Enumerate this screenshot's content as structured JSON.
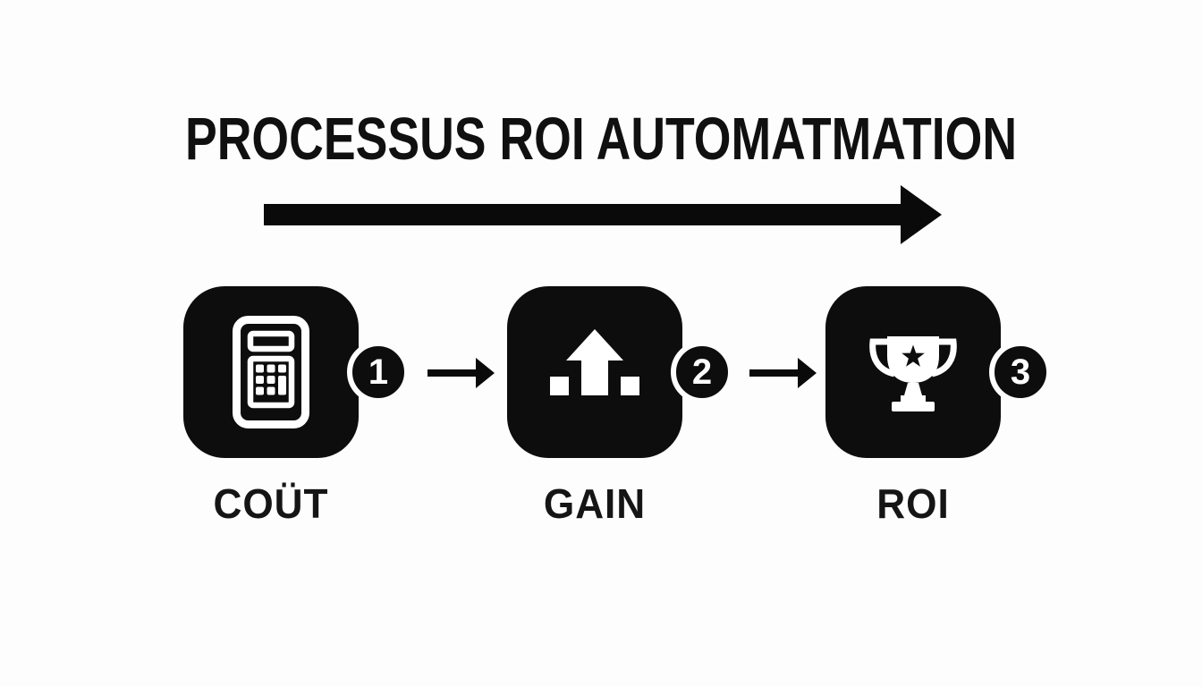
{
  "page": {
    "background_color": "#fdfdfd",
    "ink_color": "#0d0d0d"
  },
  "header": {
    "title": "PROCESSUS ROI AUTOMATMATION"
  },
  "flow": {
    "main_arrow_icon": "long-right-arrow-icon",
    "connector_icon": "right-arrow-icon"
  },
  "steps": [
    {
      "number": "1",
      "label": "COÜT",
      "icon": "calculator-icon"
    },
    {
      "number": "2",
      "label": "GAIN",
      "icon": "growth-arrow-icon"
    },
    {
      "number": "3",
      "label": "ROI",
      "icon": "trophy-icon"
    }
  ]
}
